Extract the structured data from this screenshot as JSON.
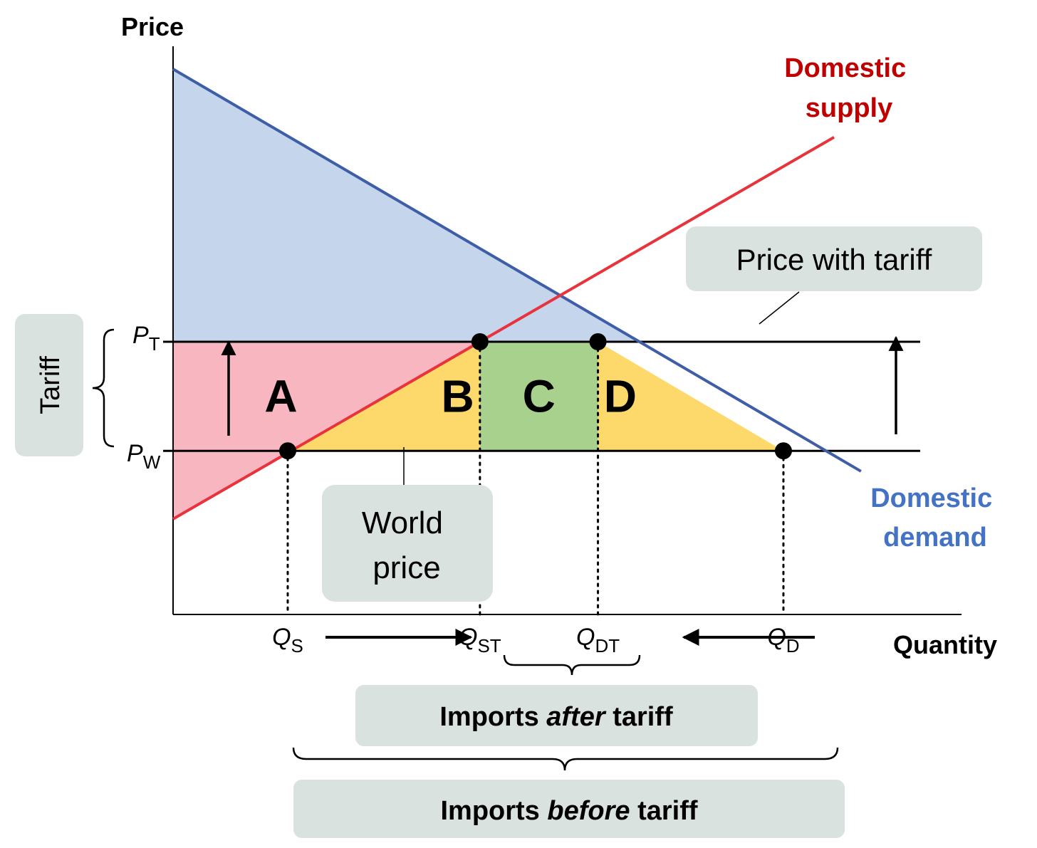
{
  "chart_data": {
    "type": "line",
    "xlabel": "Quantity",
    "ylabel": "Price",
    "series": [
      {
        "name": "Domestic supply",
        "label_lines": [
          "Domestic",
          "supply"
        ],
        "color": "#e8333c",
        "label_color": "#c00000",
        "x": [
          0,
          9.8
        ],
        "y": [
          1.4,
          7.0
        ]
      },
      {
        "name": "Domestic demand",
        "label_lines": [
          "Domestic",
          "demand"
        ],
        "color": "#3f5ea8",
        "label_color": "#4472c4",
        "x": [
          0,
          10.2
        ],
        "y": [
          8.0,
          2.1
        ]
      }
    ],
    "price_levels": {
      "world": {
        "symbol": "P",
        "subscript": "W",
        "value": 2.4
      },
      "tariff": {
        "symbol": "P",
        "subscript": "T",
        "value": 4.0
      }
    },
    "quantity_marks": [
      {
        "id": "qs",
        "symbol": "Q",
        "subscript": "S",
        "value": 1.7
      },
      {
        "id": "qst",
        "symbol": "Q",
        "subscript": "ST",
        "value": 4.55
      },
      {
        "id": "qdt",
        "symbol": "Q",
        "subscript": "DT",
        "value": 6.3
      },
      {
        "id": "qd",
        "symbol": "Q",
        "subscript": "D",
        "value": 9.05
      }
    ],
    "regions": [
      {
        "label": "",
        "name": "consumer-surplus",
        "color": "#c5d5ec"
      },
      {
        "label": "A",
        "name": "producer-gain",
        "color": "#f8b6c1"
      },
      {
        "label": "B",
        "name": "production-loss",
        "color": "#fdd96b"
      },
      {
        "label": "C",
        "name": "tariff-revenue",
        "color": "#a8d18d"
      },
      {
        "label": "D",
        "name": "consumption-loss",
        "color": "#fdd96b"
      }
    ],
    "xlim": [
      0,
      10.6
    ],
    "ylim": [
      0,
      8.0
    ]
  },
  "callouts": {
    "tariff": "Tariff",
    "price_with_tariff": "Price with tariff",
    "world_price_lines": [
      "World",
      "price"
    ],
    "imports_after": {
      "pre": "Imports ",
      "emph": "after",
      "post": " tariff"
    },
    "imports_before": {
      "pre": "Imports ",
      "emph": "before",
      "post": " tariff"
    }
  },
  "colors": {
    "callout_bg": "#dae2e0",
    "axis": "#000000"
  }
}
